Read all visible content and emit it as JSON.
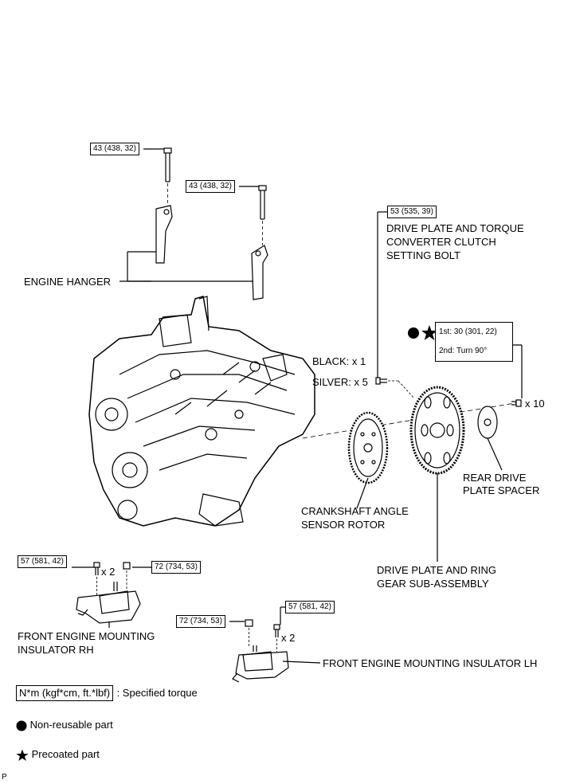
{
  "torques": {
    "hanger_left": "43 (438, 32)",
    "hanger_right": "43 (438, 32)",
    "drive_plate_bolt": "53 (535, 39)",
    "spacer_bolt_1st": "1st: 30 (301, 22)",
    "spacer_bolt_2nd": "2nd: Turn 90°",
    "mount_rh_bolt": "57 (581, 42)",
    "mount_rh_nut": "72 (734, 53)",
    "mount_lh_nut": "72 (734, 53)",
    "mount_lh_bolt": "57 (581, 42)"
  },
  "labels": {
    "engine_hanger": "ENGINE HANGER",
    "drive_plate_bolt_l1": "DRIVE PLATE AND TORQUE",
    "drive_plate_bolt_l2": "CONVERTER CLUTCH",
    "drive_plate_bolt_l3": "SETTING BOLT",
    "black_count": "BLACK: x 1",
    "silver_count": "SILVER: x 5",
    "spacer_bolt_qty": "x 10",
    "rear_spacer_l1": "REAR DRIVE",
    "rear_spacer_l2": "PLATE SPACER",
    "rotor_l1": "CRANKSHAFT ANGLE",
    "rotor_l2": "SENSOR ROTOR",
    "ring_gear_l1": "DRIVE PLATE AND RING",
    "ring_gear_l2": "GEAR SUB-ASSEMBLY",
    "rh_bolt_qty": "x 2",
    "mount_rh_l1": "FRONT ENGINE MOUNTING",
    "mount_rh_l2": "INSULATOR RH",
    "lh_bolt_qty": "x 2",
    "mount_lh": "FRONT ENGINE MOUNTING INSULATOR LH"
  },
  "legend": {
    "torque_key": "N*m (kgf*cm, ft.*lbf)",
    "torque_text": ": Specified torque",
    "nonreusable": "Non-reusable part",
    "precoated": "Precoated part"
  },
  "corner_mark": "P"
}
